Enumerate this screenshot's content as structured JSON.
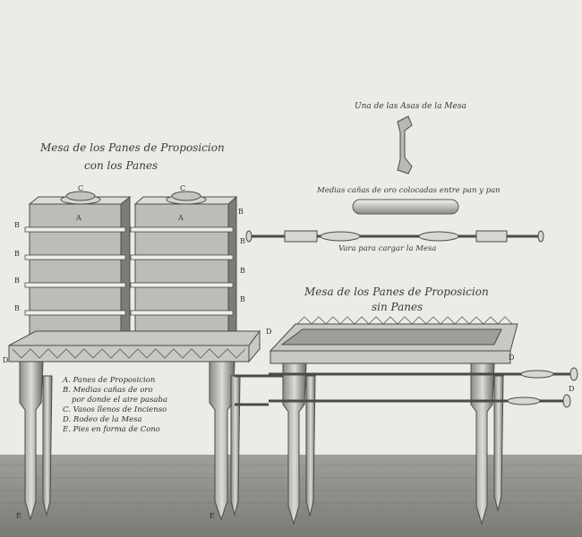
{
  "titles": {
    "with_breads_line1": "Mesa de los Panes de Proposicion",
    "with_breads_line2": "con los Panes",
    "without_breads_line1": "Mesa de los Panes de Proposicion",
    "without_breads_line2": "sin Panes",
    "handle": "Una de las Asas de la Mesa",
    "gold_rods": "Medias cañas de oro colocadas entre pan y pan",
    "carry_pole": "Vara para cargar la Mesa"
  },
  "letters": {
    "A": "A",
    "B": "B",
    "C": "C",
    "D": "D",
    "E": "E"
  },
  "legend": [
    {
      "key": "A.",
      "text": "Panes de Proposicion"
    },
    {
      "key": "B.",
      "text": "Medias cañas de oro"
    },
    {
      "key": "",
      "text": "por donde el aire pasaba"
    },
    {
      "key": "C.",
      "text": "Vasos llenos de Incienso"
    },
    {
      "key": "D.",
      "text": "Rodeo de la Mesa"
    },
    {
      "key": "E.",
      "text": "Pies en forma de Cono"
    }
  ],
  "colors": {
    "paper": "#ecebe6",
    "ink": "#3a3a38",
    "floor": "#8d8c87"
  }
}
